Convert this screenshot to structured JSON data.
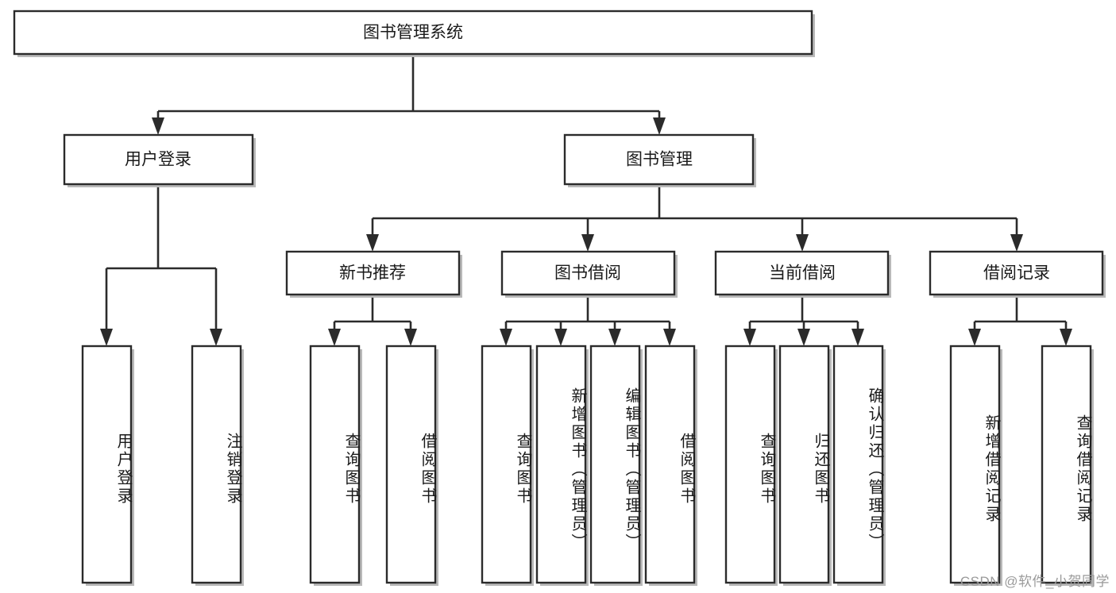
{
  "diagram": {
    "title": "图书管理系统",
    "type": "tree-hierarchy-chart",
    "orientation": "top-down",
    "colors": {
      "stroke": "#2b2b2b",
      "fill": "#ffffff",
      "text": "#1a1a1a",
      "shadow": "#b9b9b9",
      "watermark": "#9a9a9a"
    },
    "root": {
      "label": "图书管理系统"
    },
    "level2": [
      {
        "label": "用户登录"
      },
      {
        "label": "图书管理"
      }
    ],
    "level3": [
      {
        "label": "新书推荐"
      },
      {
        "label": "图书借阅"
      },
      {
        "label": "当前借阅"
      },
      {
        "label": "借阅记录"
      }
    ],
    "leaves": {
      "user_login": [
        {
          "label": "用户登录"
        },
        {
          "label": "注销登录"
        }
      ],
      "new_book_recommend": [
        {
          "label": "查询图书"
        },
        {
          "label": "借阅图书"
        }
      ],
      "book_borrow": [
        {
          "label": "查询图书"
        },
        {
          "label": "新增图书（管理员）"
        },
        {
          "label": "编辑图书（管理员）"
        },
        {
          "label": "借阅图书"
        }
      ],
      "current_borrow": [
        {
          "label": "查询图书"
        },
        {
          "label": "归还图书"
        },
        {
          "label": "确认归还（管理员）"
        }
      ],
      "borrow_record": [
        {
          "label": "新增借阅记录"
        },
        {
          "label": "查询借阅记录"
        }
      ]
    }
  },
  "watermark": {
    "text": "CSDN @软件_小贺同学"
  }
}
